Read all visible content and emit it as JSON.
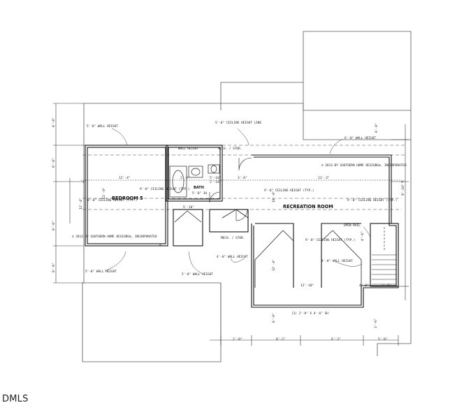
{
  "watermark": "DMLS",
  "plan": {
    "room_labels": {
      "bedroom": "BEDROOM 5",
      "recreation": "RECREATION ROOM",
      "bath": "BATH"
    },
    "notes": {
      "wall_height_5_top": "5'-0\" WALL HEIGHT",
      "ceiling_height_line": "5'-0\" CEILING HEIGHT LINE",
      "wall_height_6_8": "6'-8\" WALL HEIGHT",
      "wall_height_small": "WALL HEIGHT",
      "mech_stor_top": "MECH. / STOR.",
      "mech_stor_bottom": "MECH. / STOR.",
      "bed_ceiling": "9'-0\" CEILING HEIGHT (TYP.)",
      "bed_ceiling_left": "9'-0\" CEILING HEIGHT (TYP.)",
      "rec_ceiling_left": "9'-0\" CEILING HEIGHT (TYP.)",
      "rec_ceiling_right": "9'-0\" CEILING HEIGHT (TYP.)",
      "rec_ceiling_center": "9'-0\" CEILING HEIGHT (TYP.)",
      "open_rail": "OPEN RAIL",
      "wall_height_4_left": "4'-0\" WALL HEIGHT",
      "wall_height_4_right": "4'-0\" WALL HEIGHT",
      "wall_height_5_bed_left": "5'-0\" WALL HEIGHT",
      "wall_height_5_bed_right": "5'-0\" WALL HEIGHT",
      "copyright_top": "© 2013 BY SOUTHERN HOME DESIGNS®, INCORPORATED",
      "copyright_bottom": "© 2013 BY SOUTHERN HOME DESIGNS®, INCORPORATED",
      "bath_size": "5'-0\" 3H",
      "closet_dim": "5'-10\"",
      "window_note": "(2) 2'-0\" X 4'-6\" SH"
    },
    "dimensions": {
      "bed_width": "12'-4\"",
      "bath_w1": "2'-8\"",
      "bath_w2": "5'-10\"",
      "mid_w": "3'-6\"",
      "rec_width": "21'-3\"",
      "rec_inner": "12'-10\"",
      "left_top": "6'-8\"",
      "left_mid": "8'-6\"",
      "left_mid2": "8'-0\"",
      "left_bot": "6'-6\"",
      "right_top": "6'-8\"",
      "right_mid": "9'-10\"",
      "rec_depth": "10'-0\"",
      "rec_depth2": "12'-4\"",
      "bottom_1": "2'-0\"",
      "bottom_2": "8'-2\"",
      "bottom_3": "6'-3\"",
      "bottom_4": "5'-0\"",
      "stair_1": "4'-0\"",
      "stair_2": "2'-6\"",
      "bed_height_1": "12'-4\"",
      "bed_height_2": "11'-0\"",
      "dim_4a": "4\"",
      "dim_4b": "4\"",
      "dim_4c": "4\"",
      "dim_2_10": "2'-10\"",
      "dim_6_0": "6'-0\"",
      "dim_3_0": "3'-0\"",
      "dim_4_6": "4'-6\""
    }
  }
}
